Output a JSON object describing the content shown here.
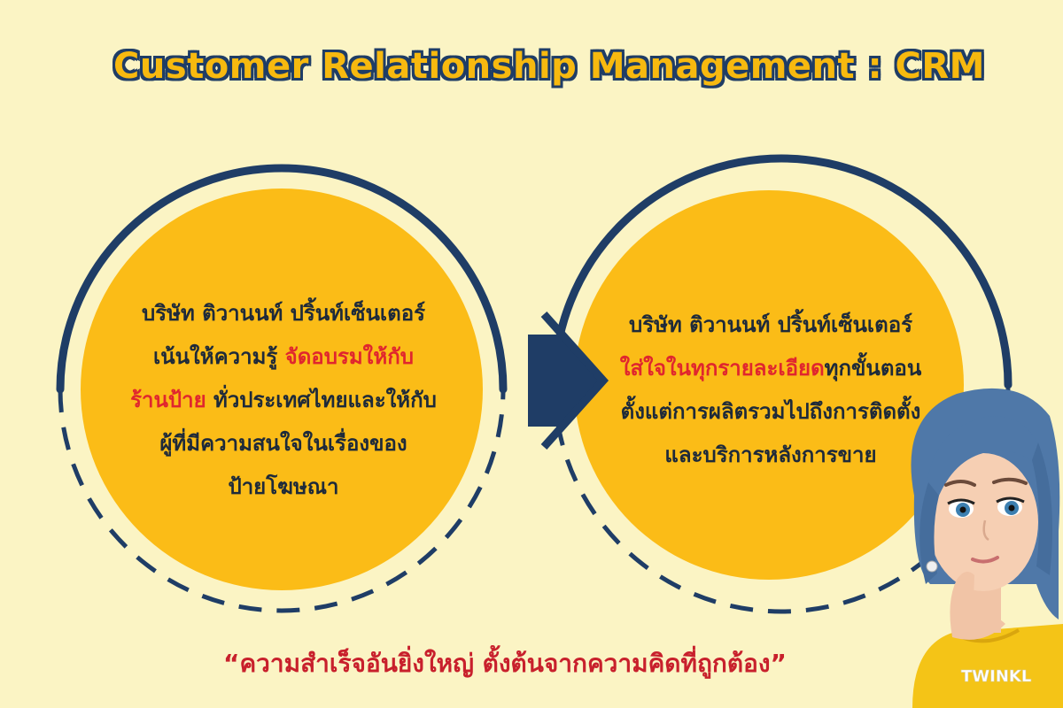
{
  "title": "Customer Relationship Management : CRM",
  "left_circle": {
    "line1": "บริษัท ติวานนท์ ปริ้นท์เซ็นเตอร์",
    "line2_normal": "เน้นให้ความรู้ ",
    "line2_highlight": "จัดอบรมให้กับ",
    "line3_highlight": "ร้านป้าย",
    "line3_normal": " ทั่วประเทศไทยและให้กับ",
    "line4": "ผู้ที่มีความสนใจในเรื่องของ",
    "line5": "ป้ายโฆษณา"
  },
  "right_circle": {
    "line1": "บริษัท ติวานนท์ ปริ้นท์เซ็นเตอร์",
    "line2_highlight": "ใส่ใจในทุกรายละเอียด",
    "line2_normal": "ทุกขั้นตอน",
    "line3": "ตั้งแต่การผลิตรวมไปถึงการติดตั้ง",
    "line4": "และบริการหลังการขาย"
  },
  "quote": "“ความสำเร็จอันยิ่งใหญ่ ตั้งต้นจากความคิดที่ถูกต้อง”",
  "character_shirt_text": "TWINKL",
  "colors": {
    "background": "#fbf4c4",
    "circle_fill": "#fbbc17",
    "navy": "#1f3d66",
    "highlight_red": "#e0262e",
    "text_dark": "#1e2a3a"
  }
}
